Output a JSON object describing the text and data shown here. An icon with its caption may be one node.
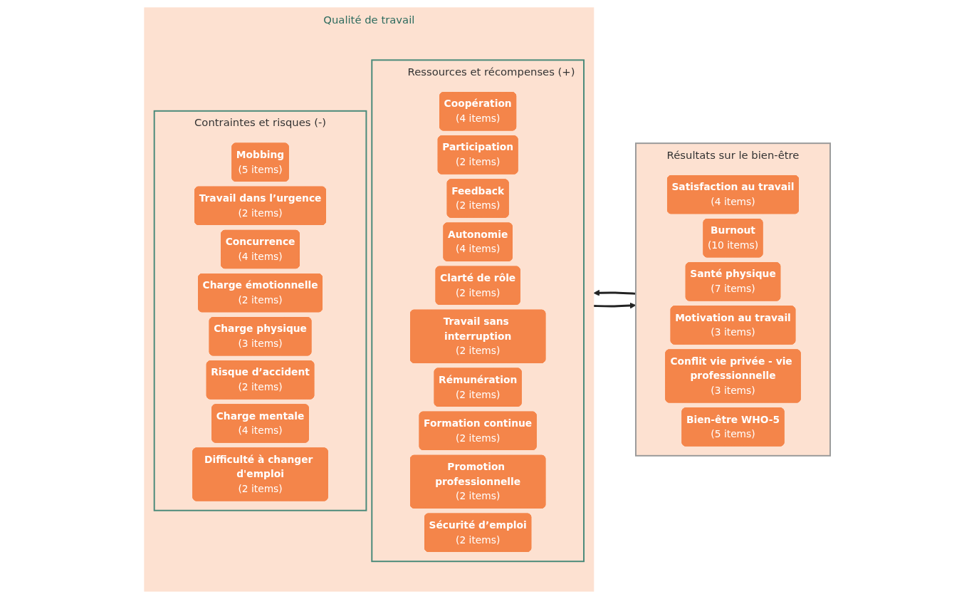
{
  "diagram": {
    "nodes": [
      {
        "text": [
          "Qualité de travail"
        ]
      },
      {
        "text": [
          "Ressources et récompenses (+)"
        ],
        "in": 0
      },
      {
        "text": [
          "Coopération",
          "(4 items)"
        ],
        "in": 1
      },
      {
        "text": [
          "Participation",
          "(2 items)"
        ],
        "in": 1
      },
      {
        "text": [
          "Feedback",
          "(2 items)"
        ],
        "in": 1
      },
      {
        "text": [
          "Autonomie",
          "(4 items)"
        ],
        "in": 1
      },
      {
        "text": [
          "Clarté de rôle",
          "(2 items)"
        ],
        "in": 1
      },
      {
        "text": [
          "Travail sans interruption",
          "(2 items)"
        ],
        "in": 1
      },
      {
        "text": [
          "Rémunération",
          "(2 items)"
        ],
        "in": 1
      },
      {
        "text": [
          "Formation continue",
          "(2 items)"
        ],
        "in": 1
      },
      {
        "text": [
          "Promotion professionnelle",
          "(2 items)"
        ],
        "in": 1
      },
      {
        "text": [
          "Sécurité d’emploi",
          "(2 items)"
        ],
        "in": 1
      },
      {
        "text": [
          "Contraintes et risques (-)"
        ],
        "in": 0
      },
      {
        "text": [
          "Mobbing",
          "(5 items)"
        ],
        "in": 12
      },
      {
        "text": [
          "Travail dans l’urgence",
          "(2 items)"
        ],
        "in": 12
      },
      {
        "text": [
          "Concurrence",
          "(4 items)"
        ],
        "in": 12
      },
      {
        "text": [
          "Charge émotionnelle",
          "(2 items)"
        ],
        "in": 12
      },
      {
        "text": [
          "Charge physique",
          "(3 items)"
        ],
        "in": 12
      },
      {
        "text": [
          "Risque d’accident",
          "(2 items)"
        ],
        "in": 12
      },
      {
        "text": [
          "Charge mentale",
          "(4 items)"
        ],
        "in": 12
      },
      {
        "text": [
          "Difficulté à changer d'emploi",
          "(2 items)"
        ],
        "in": 12
      },
      {
        "text": [
          "Résultats sur le bien-être"
        ]
      },
      {
        "text": [
          "Satisfaction au travail",
          "(4 items)"
        ],
        "in": 21
      },
      {
        "text": [
          "Burnout",
          "(10 items)"
        ],
        "in": 21
      },
      {
        "text": [
          "Santé physique",
          "(7 items)"
        ],
        "in": 21
      },
      {
        "text": [
          "Motivation au travail",
          "(3 items)"
        ],
        "in": 21
      },
      {
        "text": [
          "Conflit vie privée - vie professionnelle",
          "(3 items)"
        ],
        "in": 21
      },
      {
        "text": [
          "Bien-être WHO-5",
          "(5 items)"
        ],
        "in": 21
      }
    ],
    "edges": [
      {
        "from": 0,
        "to": 21,
        "arrow": "to"
      },
      {
        "from": 21,
        "to": 0,
        "arrow": "to"
      }
    ]
  }
}
